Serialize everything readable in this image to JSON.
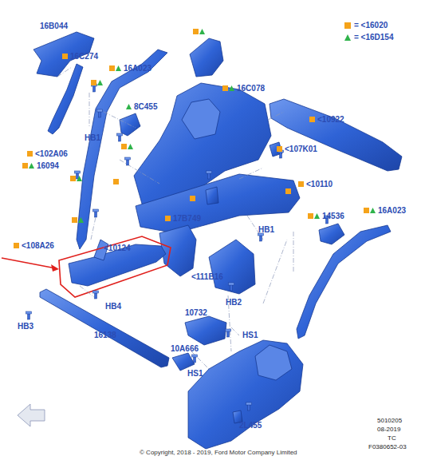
{
  "diagram": {
    "labels": [
      "16B044",
      "16C274",
      "16A023",
      "16C078",
      "8C455",
      "HB1",
      "<102A06",
      "16094",
      "<10922",
      "<107K01",
      "<10110",
      "17B749",
      "14536",
      "16A023",
      "<108A26",
      "<10124",
      "HB1",
      "<111B16",
      "HB4",
      "HB3",
      "16138",
      "HB2",
      "10732",
      "HS1",
      "10A666",
      "HS1",
      "2L455",
      "© Copyright, 2018 - 2019, Ford Motor Company Limited",
      "5010205",
      "08-2019",
      "TC",
      "F0380652-03"
    ],
    "legend": [
      {
        "text": "= <16020",
        "color": "#f5a31a"
      },
      {
        "text": "= <16D154"
      }
    ]
  }
}
